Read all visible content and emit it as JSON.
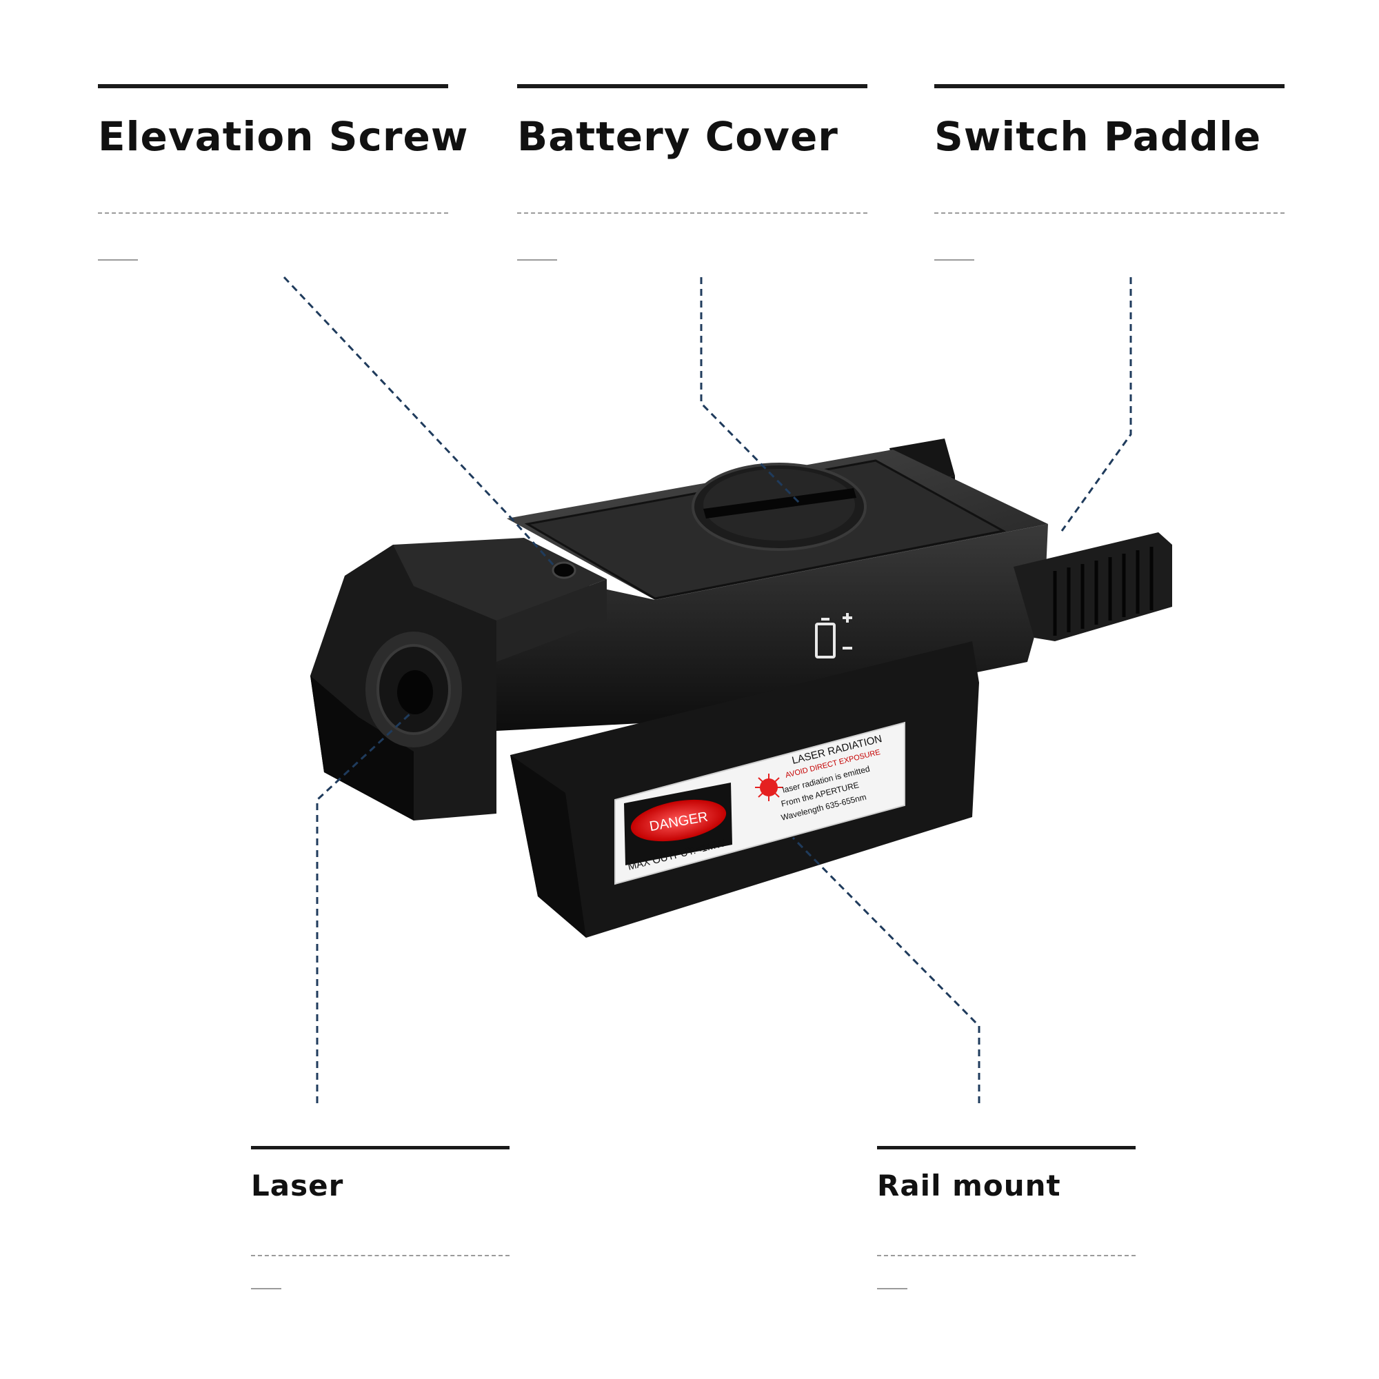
{
  "callouts": {
    "elevation_screw": "Elevation Screw",
    "battery_cover": "Battery Cover",
    "switch_paddle": "Switch Paddle",
    "laser": "Laser",
    "rail_mount": "Rail mount"
  },
  "label": {
    "danger": "DANGER",
    "max_output": "MAX OUTPUT:<1MW",
    "laser_radiation": "LASER RADIATION",
    "avoid_exposure": "AVOID DIRECT EXPOSURE",
    "emitted": "laser radiation is emitted",
    "aperture": "From  the APERTURE",
    "wavelength": "Wavelength 635-655nm"
  },
  "colors": {
    "leader_line": "#1f3b5c",
    "body": "#1b1b1b",
    "danger_red": "#d81e1e"
  },
  "icons": [
    "battery-icon",
    "laser-warning-icon"
  ]
}
